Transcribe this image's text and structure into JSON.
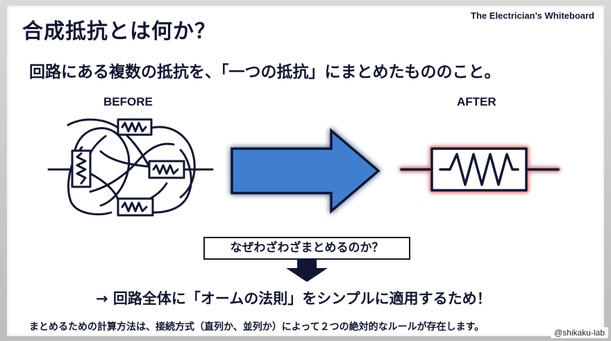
{
  "header": {
    "brand": "The Electrician’s Whiteboard",
    "title": "合成抵抗とは何か？",
    "subtitle": "回路にある複数の抵抗を、「一つの抵抗」にまとめたもののこと。"
  },
  "diagram": {
    "before_label": "BEFORE",
    "after_label": "AFTER"
  },
  "question": "なぜわざわざまとめるのか？",
  "answer": "→ 回路全体に「オームの法則」をシンプルに適用するため！",
  "note": "まとめるための計算方法は、接続方式（直列か、並列か）によって２つの絶対的なルールが存在します。",
  "credit": "@shikaku-lab",
  "colors": {
    "ink": "#101633",
    "arrow_fill": "#3f7fd0",
    "arrow_glow": "#7ab4ff",
    "resistor_glow": "#ff6b6b"
  }
}
